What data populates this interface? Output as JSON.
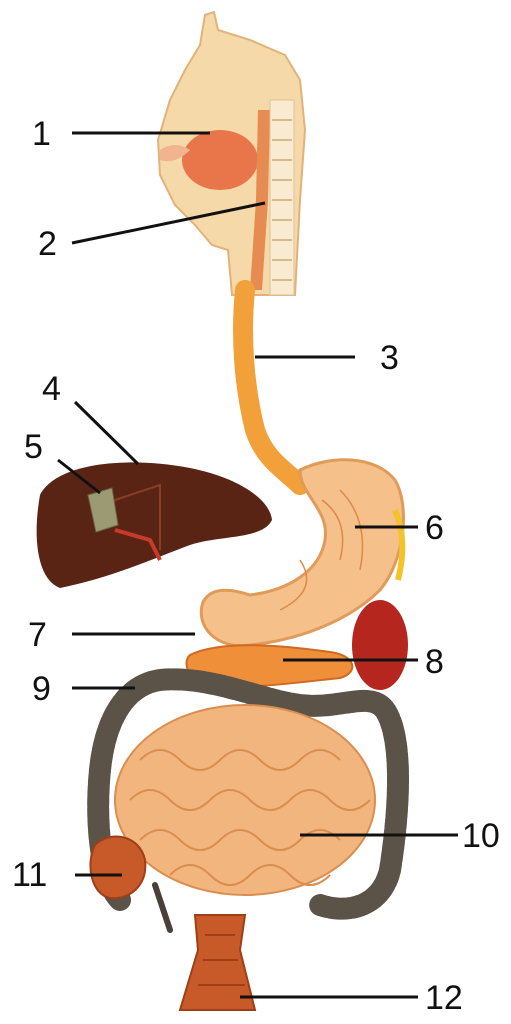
{
  "labels": [
    "1",
    "2",
    "3",
    "4",
    "5",
    "6",
    "7",
    "8",
    "9",
    "10",
    "11",
    "12"
  ],
  "colors": {
    "line": "#111111",
    "skin": "#f6d9a8",
    "oral": "#e8764a",
    "esophagus": "#f2a03a",
    "liver": "#5a2414",
    "gallbladder": "#9c9a72",
    "stomach": "#f5c08a",
    "spleen": "#b5261e",
    "small_intestine": "#f3b57e",
    "colon": "#5b5248",
    "rectum": "#c85a2a"
  }
}
